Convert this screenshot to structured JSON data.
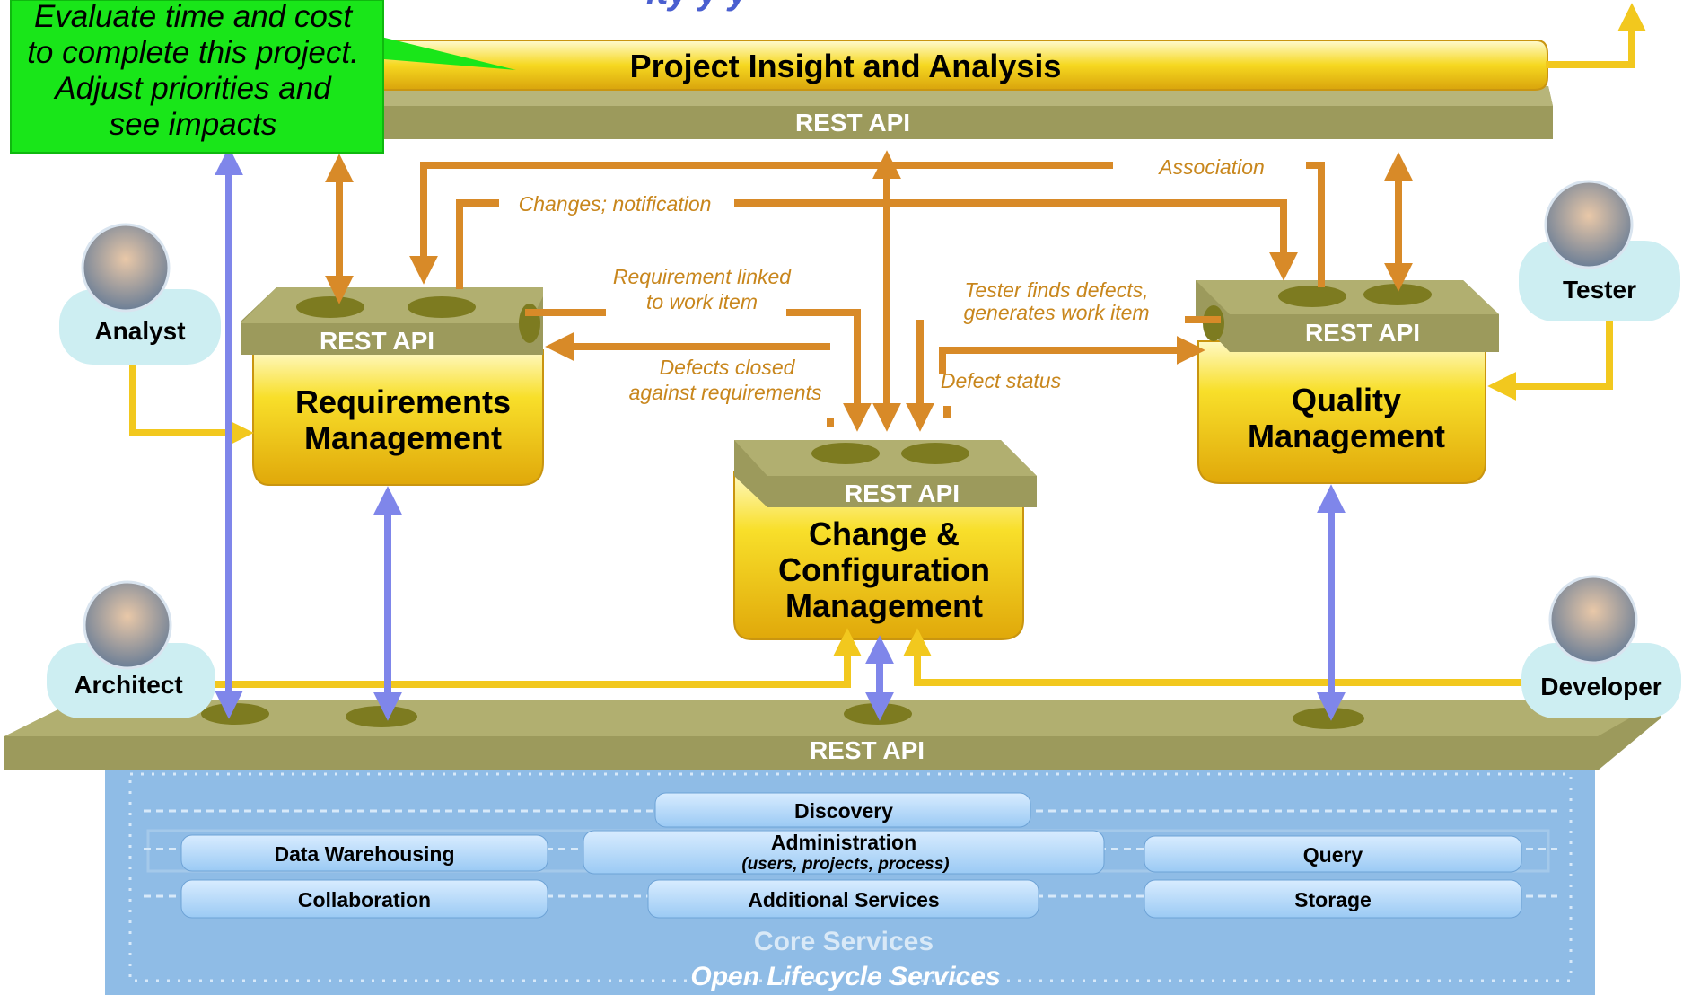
{
  "top_banner_fragment": "ity                    y        y",
  "callout": {
    "lines": [
      "Evaluate time and cost",
      "to complete this project.",
      "Adjust priorities and",
      "see impacts"
    ]
  },
  "insight": {
    "title": "Project Insight and Analysis",
    "api": "REST API"
  },
  "requirements": {
    "api": "REST API",
    "line1": "Requirements",
    "line2": "Management"
  },
  "ccm": {
    "api": "REST API",
    "line1": "Change &",
    "line2": "Configuration",
    "line3": "Management"
  },
  "quality": {
    "api": "REST API",
    "line1": "Quality",
    "line2": "Management"
  },
  "bottom_api": "REST API",
  "flows": {
    "association": "Association",
    "changes": "Changes; notification",
    "req_linked_1": "Requirement linked",
    "req_linked_2": "to work item",
    "defects_closed_1": "Defects closed",
    "defects_closed_2": "against requirements",
    "tester_finds_1": "Tester finds defects,",
    "tester_finds_2": "generates work item",
    "defect_status": "Defect status"
  },
  "roles": {
    "analyst": "Analyst",
    "tester": "Tester",
    "architect": "Architect",
    "developer": "Developer"
  },
  "services": {
    "discovery": "Discovery",
    "data_warehousing": "Data Warehousing",
    "administration": "Administration",
    "administration_sub": "(users, projects, process)",
    "query": "Query",
    "collaboration": "Collaboration",
    "additional": "Additional Services",
    "storage": "Storage",
    "core": "Core Services",
    "open_lifecycle": "Open Lifecycle Services"
  },
  "colors": {
    "olive": "#9c9a5c",
    "gold": "#f2d21a",
    "orange_arrow": "#d88a28",
    "blue_arrow": "#7f86ea",
    "flow_text": "#c8861c",
    "core_bg": "#8fbce6",
    "callout_green": "#19e619",
    "role_bg": "#cdeef2"
  }
}
